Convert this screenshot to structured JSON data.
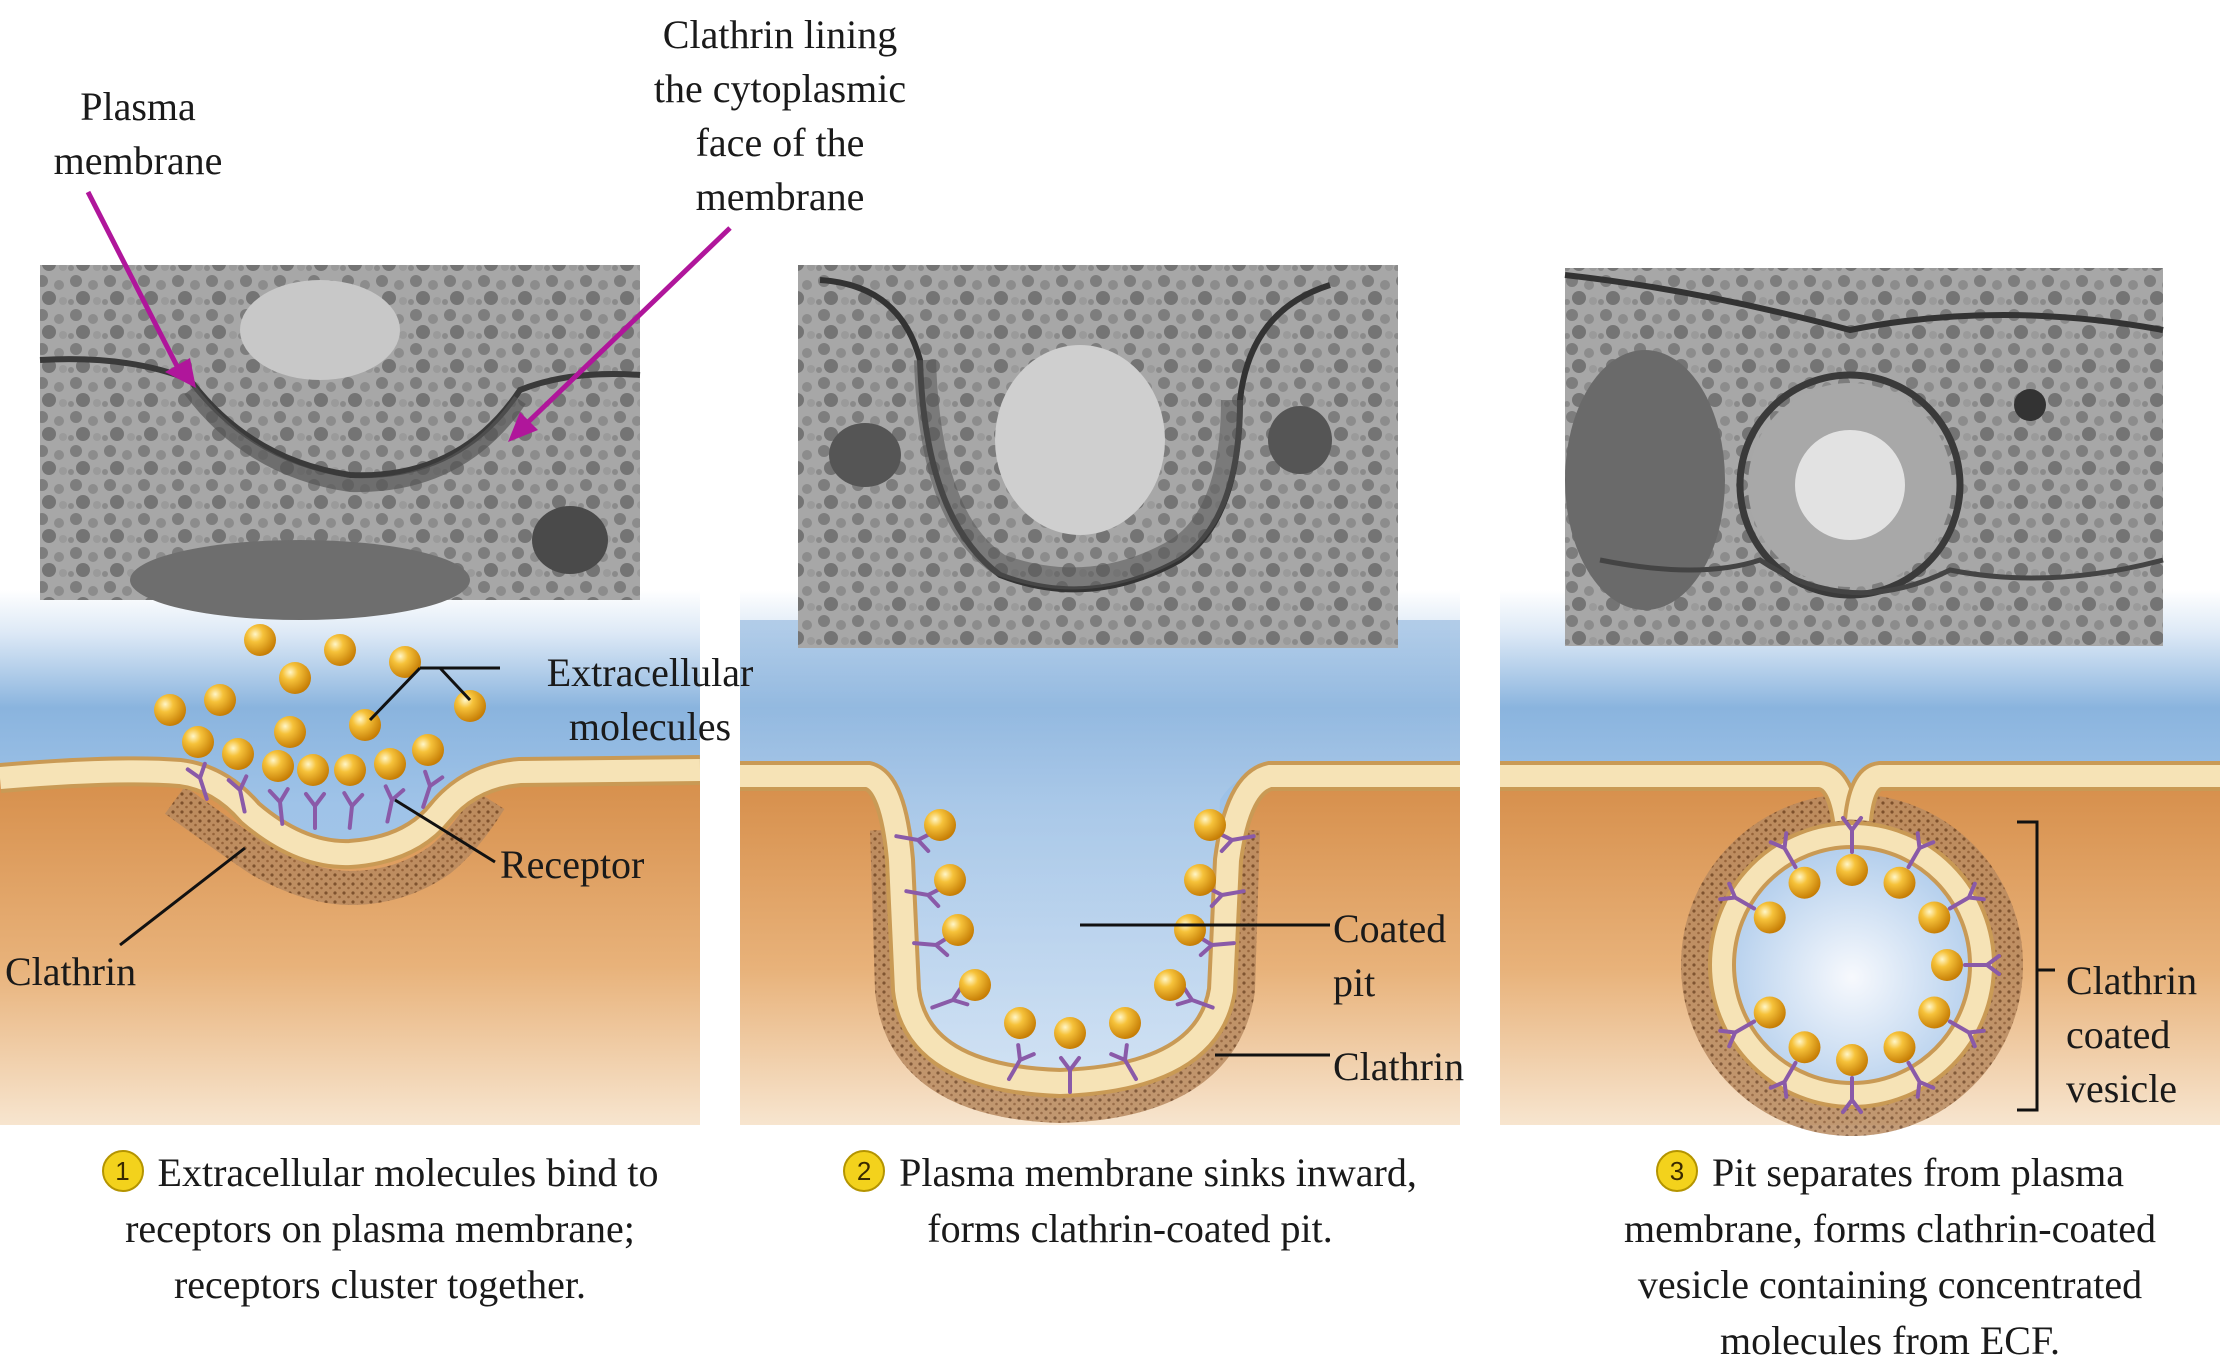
{
  "labels": {
    "plasma_membrane": [
      "Plasma",
      "membrane"
    ],
    "clathrin_lining": [
      "Clathrin lining",
      "the cytoplasmic",
      "face of the",
      "membrane"
    ],
    "extracellular_molecules": [
      "Extracellular",
      "molecules"
    ],
    "receptor": "Receptor",
    "clathrin_1": "Clathrin",
    "coated_pit": [
      "Coated",
      "pit"
    ],
    "clathrin_2": "Clathrin",
    "clathrin_coated_vesicle": [
      "Clathrin",
      "coated",
      "vesicle"
    ]
  },
  "steps": [
    {
      "number": "1",
      "text": [
        "Extracellular molecules bind to",
        "receptors on plasma membrane;",
        "receptors cluster together."
      ]
    },
    {
      "number": "2",
      "text": [
        "Plasma membrane sinks inward,",
        "forms clathrin-coated pit."
      ]
    },
    {
      "number": "3",
      "text": [
        "Pit separates from plasma",
        "membrane, forms clathrin-coated",
        "vesicle containing concentrated",
        "molecules from ECF."
      ]
    }
  ],
  "colors": {
    "arrow": "#b0169b",
    "membrane": "#f6e3b6",
    "membrane_edge": "#c9a060",
    "cytoplasm": "#d89b5a",
    "extracellular": "#8ab4de",
    "molecule": "#f0a915",
    "receptor": "#8a5aa8",
    "clathrin": "#9a6a40"
  }
}
